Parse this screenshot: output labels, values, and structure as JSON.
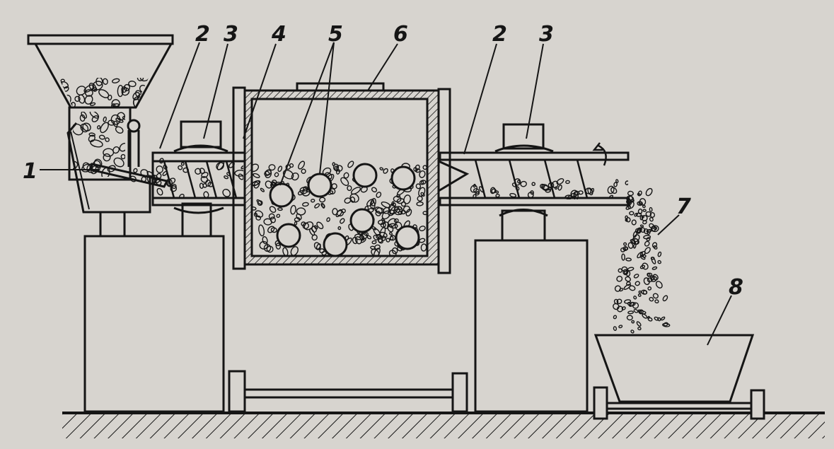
{
  "diagram": {
    "labels": {
      "feeder": "1",
      "trough_left": "2",
      "drive_left": "3",
      "drum_wall": "4",
      "balls": "5",
      "hatch": "6",
      "output_stream": "7",
      "bin": "8",
      "trough_right": "2",
      "drive_right": "3"
    },
    "colors": {
      "background": "#d7d4cf",
      "ink": "#151515"
    }
  }
}
